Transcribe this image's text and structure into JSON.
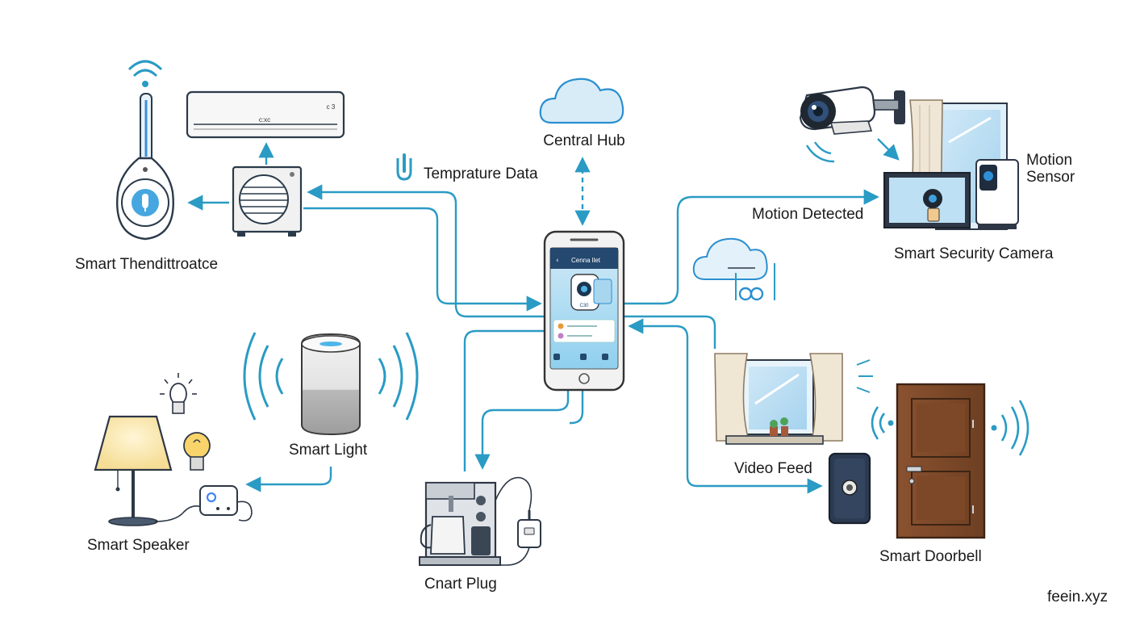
{
  "labels": {
    "central_hub": "Central Hub",
    "temperature_data": "Temprature Data",
    "smart_thermostat": "Smart Thendittroatce",
    "motion_detected": "Motion Detected",
    "motion_sensor": "Motion\nSensor",
    "smart_security_camera": "Smart Security Camera",
    "smart_light": "Smart Light",
    "smart_speaker": "Smart Speaker",
    "smart_plug": "Cnart Plug",
    "video_feed": "Video Feed",
    "smart_doorbell": "Smart Doorbell",
    "watermark": "feein.xyz"
  },
  "phone_app": {
    "header_title": "Cenna llet",
    "camera_badge": "C30"
  },
  "air_conditioner": {
    "brand_text": "c:xc",
    "model_text": "c 3"
  },
  "colors": {
    "connector": "#2a9bc4",
    "ink": "#1a1a1a",
    "accent_blue": "#2b8fd0"
  },
  "icons": {
    "hub": "cloud-icon",
    "phone": "smartphone-icon",
    "thermostat": "thermostat-icon",
    "ac": "air-conditioner-icon",
    "camera": "security-camera-icon",
    "speaker": "smart-speaker-icon",
    "lamp": "lamp-icon",
    "bulb": "light-bulb-icon",
    "plug": "smart-plug-icon",
    "coffee": "coffee-maker-icon",
    "door": "door-icon",
    "doorbell": "doorbell-icon",
    "window": "window-icon"
  }
}
